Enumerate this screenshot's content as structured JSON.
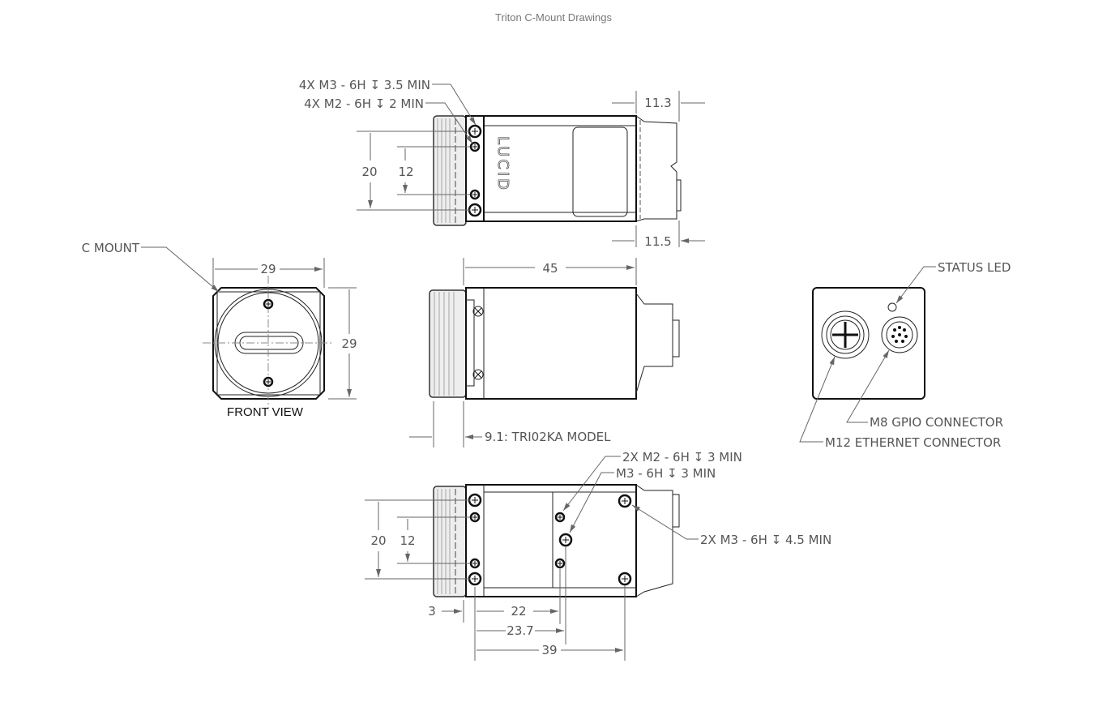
{
  "title": "Triton C-Mount Drawings",
  "top_view": {
    "callout_m3": "4X M3 - 6H ↧ 3.5 MIN",
    "callout_m2": "4X M2 - 6H ↧ 2 MIN",
    "dim_20": "20",
    "dim_12": "12",
    "dim_11_3": "11.3",
    "dim_11_5": "11.5",
    "logo": "LUCID"
  },
  "front_view": {
    "label": "FRONT VIEW",
    "c_mount": "C MOUNT",
    "dim_width": "29",
    "dim_height": "29"
  },
  "side_view": {
    "dim_45": "45",
    "note": "9.1: TRI02KA MODEL"
  },
  "rear_view": {
    "status_led": "STATUS LED",
    "m8": "M8 GPIO CONNECTOR",
    "m12": "M12 ETHERNET CONNECTOR"
  },
  "bottom_view": {
    "callout_m2": "2X M2 - 6H ↧ 3 MIN",
    "callout_m3": "M3 - 6H ↧ 3 MIN",
    "callout_m3_2x": "2X M3 - 6H ↧ 4.5 MIN",
    "dim_20": "20",
    "dim_12": "12",
    "dim_3": "3",
    "dim_22": "22",
    "dim_23_7": "23.7",
    "dim_39": "39"
  }
}
